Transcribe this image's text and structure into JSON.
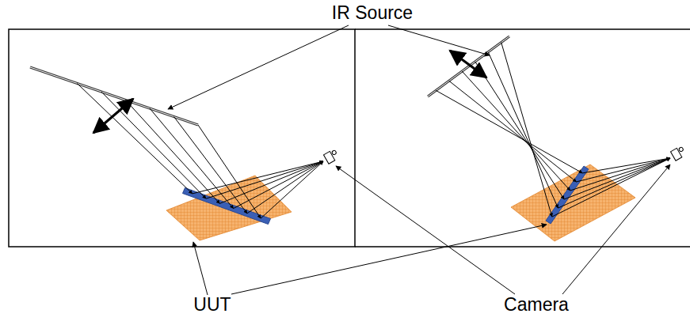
{
  "diagram": {
    "labels": [
      "IR Source",
      "UUT",
      "Camera"
    ]
  }
}
